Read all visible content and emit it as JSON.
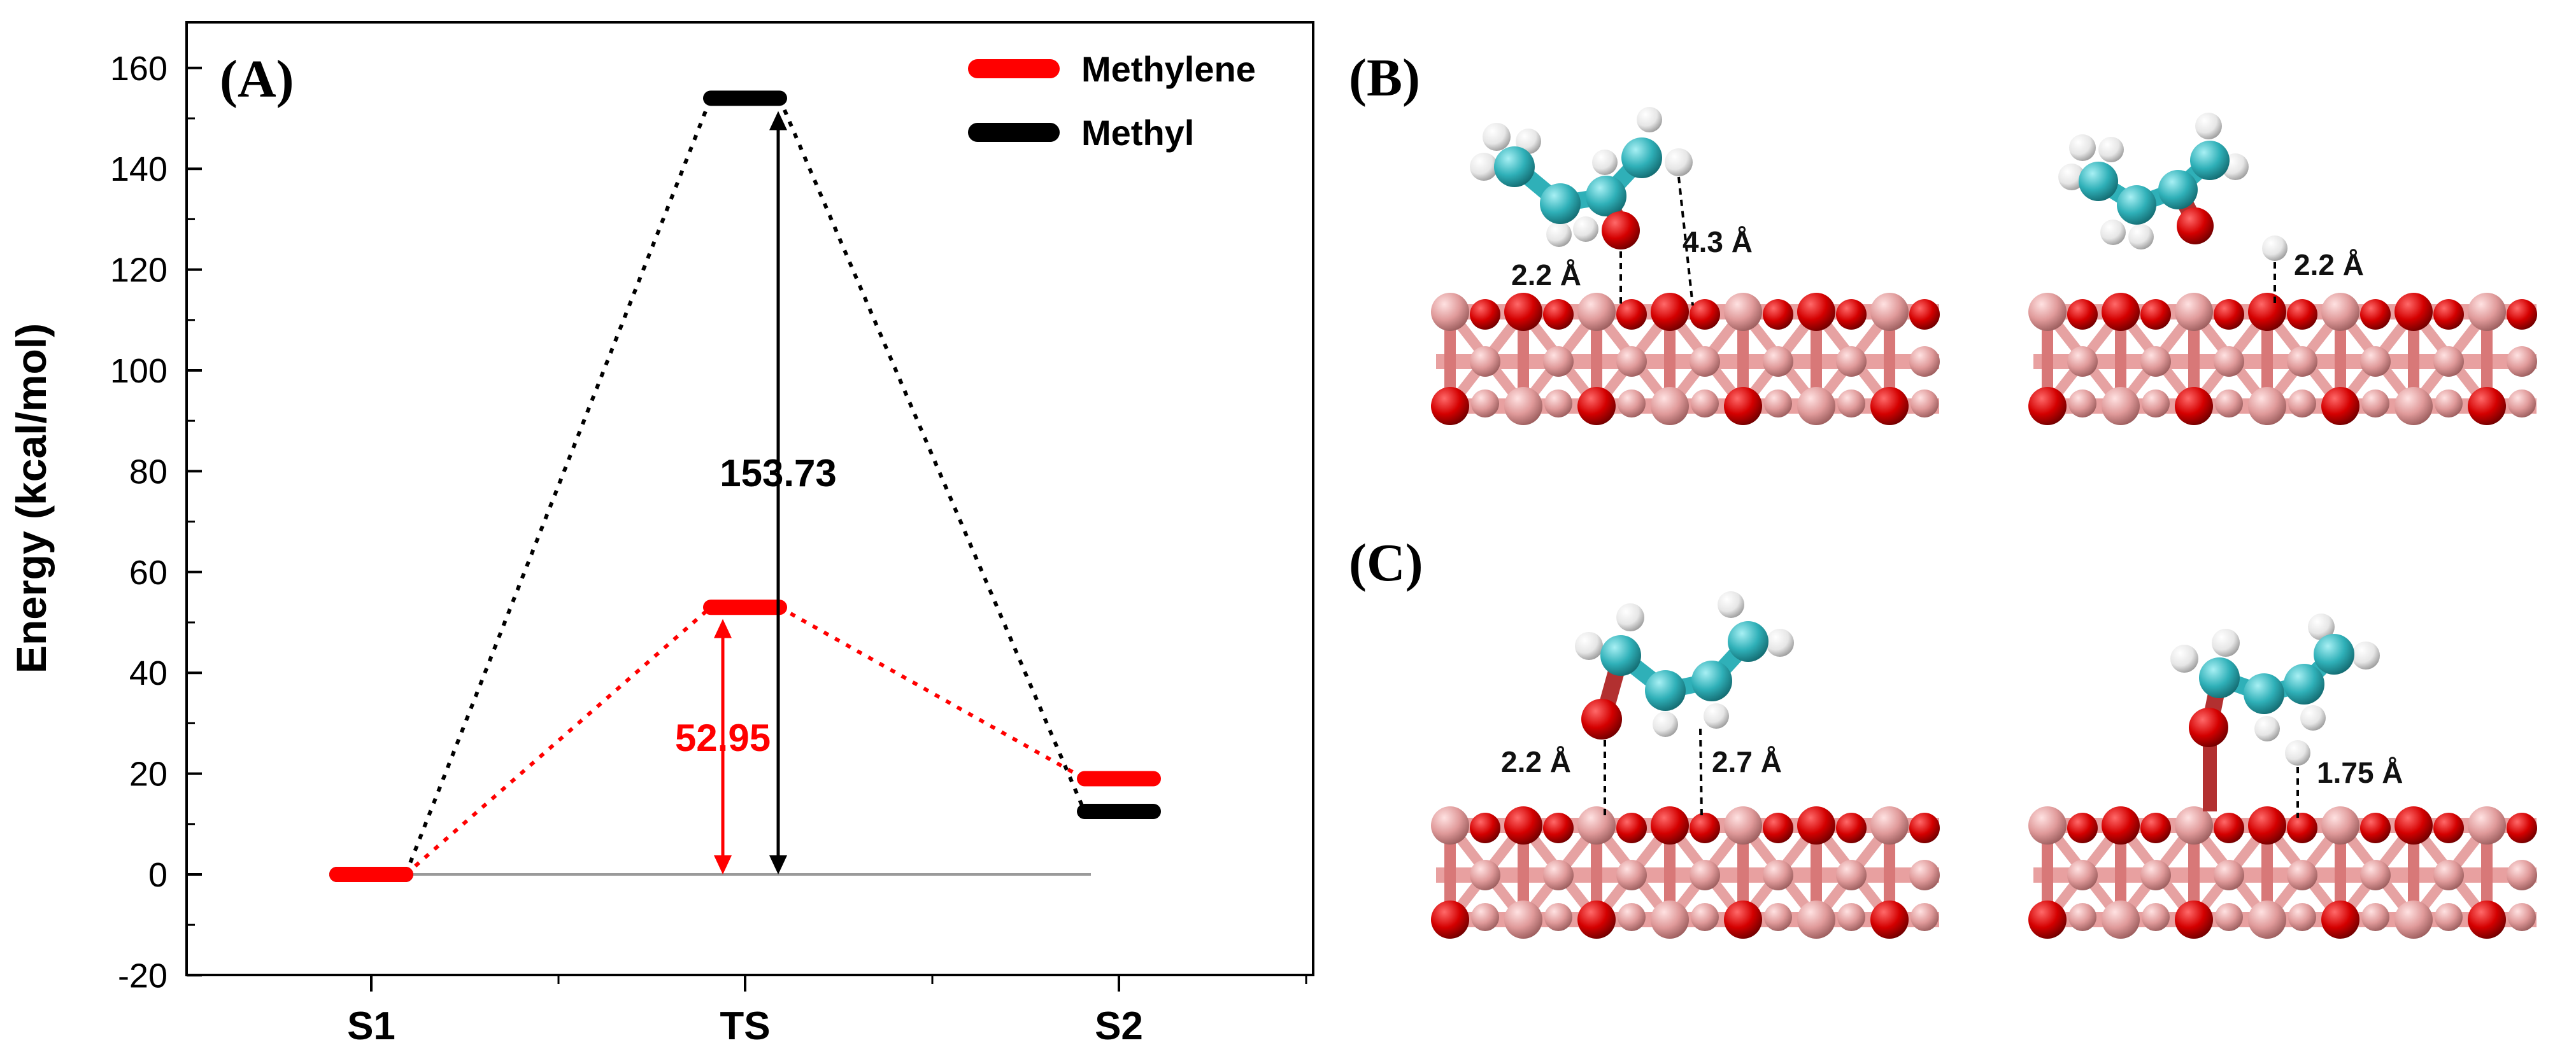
{
  "chart_data": {
    "type": "line",
    "chart_kind": "energy-profile",
    "panel_label": "(A)",
    "categories": [
      "S1",
      "TS",
      "S2"
    ],
    "ylabel": "Energy (kcal/mol)",
    "xlabel": "",
    "ylim": [
      -20,
      170
    ],
    "yticks": [
      -20,
      0,
      20,
      40,
      60,
      80,
      100,
      120,
      140,
      160
    ],
    "legend_position": "top-right",
    "series": [
      {
        "name": "Methylene",
        "color": "#ff0000",
        "values": [
          0,
          53,
          19
        ]
      },
      {
        "name": "Methyl",
        "color": "#000000",
        "values": [
          0,
          154,
          12.5
        ]
      }
    ],
    "baseline": 0,
    "annotations": [
      {
        "text": "153.73",
        "color": "#000000",
        "value": 153.73
      },
      {
        "text": "52.95",
        "color": "#ff0000",
        "value": 52.95
      }
    ]
  },
  "structures": {
    "panel_b_label": "(B)",
    "panel_c_label": "(C)",
    "b_left_distances": [
      "2.2 Å",
      "4.3 Å"
    ],
    "b_right_distances": [
      "2.2 Å"
    ],
    "c_left_distances": [
      "2.2 Å",
      "2.7 Å"
    ],
    "c_right_distances": [
      "1.75 Å"
    ],
    "colors": {
      "oxygen": "#e00000",
      "copper": "#e8a4a4",
      "carbon": "#33b8c0",
      "hydrogen": "#f2f2f2"
    }
  }
}
